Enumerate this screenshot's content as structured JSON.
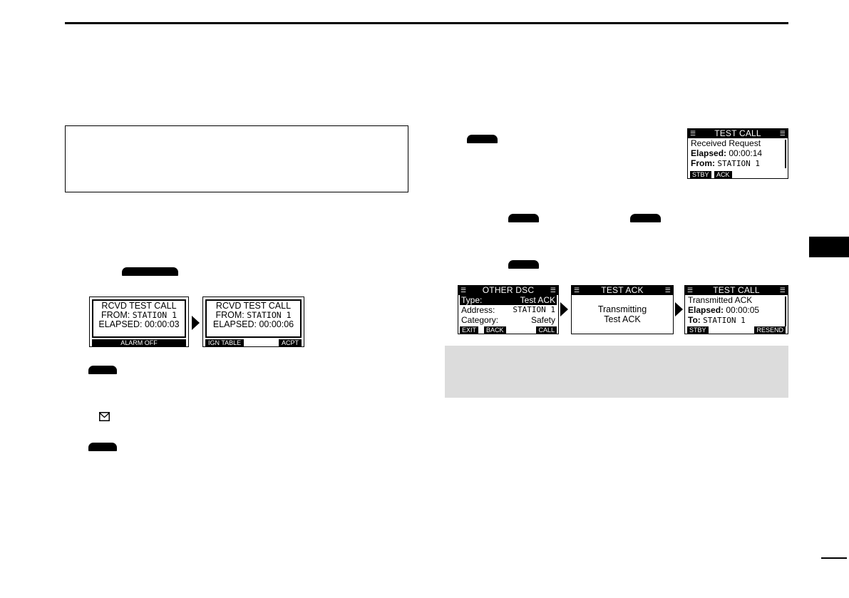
{
  "rcvd_screens": [
    {
      "line1": "RCVD TEST CALL",
      "line2_label": "FROM:",
      "line2_value": "STATION 1",
      "line3": "ELAPSED: 00:00:03",
      "softkeys": [
        "ALARM OFF"
      ]
    },
    {
      "line1": "RCVD TEST CALL",
      "line2_label": "FROM:",
      "line2_value": "STATION 1",
      "line3": "ELAPSED: 00:00:06",
      "softkeys": [
        "IGN TABLE",
        "ACPT"
      ]
    }
  ],
  "test_call_request": {
    "title": "TEST CALL",
    "row1": "Received Request",
    "row2_label": "Elapsed:",
    "row2_value": "00:00:14",
    "row3_label": "From:",
    "row3_value": "STATION 1",
    "softkeys": [
      "STBY",
      "ACK"
    ]
  },
  "other_dsc": {
    "title": "OTHER DSC",
    "type_label": "Type:",
    "type_value": "Test ACK",
    "address_label": "Address:",
    "address_value": "STATION 1",
    "category_label": "Category:",
    "category_value": "Safety",
    "softkeys": [
      "EXIT",
      "BACK",
      "CALL"
    ]
  },
  "test_ack": {
    "title": "TEST ACK",
    "line1": "Transmitting",
    "line2": "Test ACK"
  },
  "test_call_transmitted": {
    "title": "TEST CALL",
    "row1": "Transmitted ACK",
    "row2_label": "Elapsed:",
    "row2_value": "00:00:05",
    "row3_label": "To:",
    "row3_value": "STATION 1",
    "softkeys": [
      "STBY",
      "RESEND"
    ]
  },
  "icons": {
    "menu": "hamburger-icon",
    "envelope": "envelope-icon",
    "arrow": "right-triangle-arrow-icon"
  }
}
